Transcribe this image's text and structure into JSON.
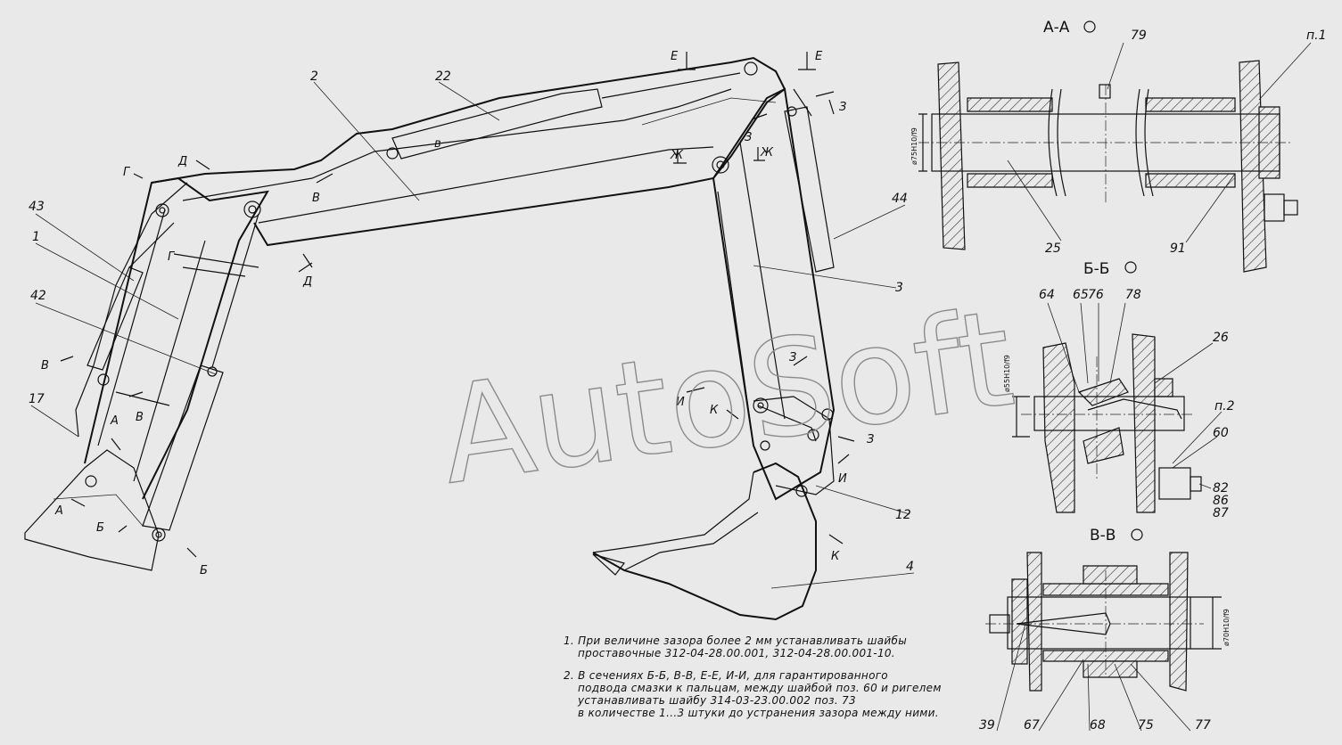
{
  "watermark": "AutoSoft",
  "section_titles": {
    "aa": "А-А",
    "bb": "Б-Б",
    "vv": "В-В"
  },
  "dimensions": {
    "aa": "ø75H10/f9",
    "bb": "ø55H10/f9",
    "vv": "ø70H10/f9"
  },
  "callouts": {
    "c2": "2",
    "c22": "22",
    "c43": "43",
    "c1": "1",
    "c42": "42",
    "c17": "17",
    "c44": "44",
    "c3": "3",
    "c12": "12",
    "c4": "4",
    "c79": "79",
    "cp1": "п.1",
    "c25": "25",
    "c91": "91",
    "c64": "64",
    "c65": "65",
    "c76": "76",
    "c78": "78",
    "c26": "26",
    "cp2": "п.2",
    "c60": "60",
    "c82": "82",
    "c86": "86",
    "c87": "87",
    "c39": "39",
    "c67": "67",
    "c68": "68",
    "c75": "75",
    "c77": "77"
  },
  "cut_letters": {
    "e1": "Е",
    "e2": "Е",
    "z1": "З",
    "z2": "З",
    "z3": "З",
    "z4": "З",
    "zh1": "Ж",
    "zh2": "Ж",
    "g1": "Г",
    "g2": "Г",
    "d1": "Д",
    "d2": "Д",
    "v1": "В",
    "v2": "в",
    "v3": "В",
    "v4": "В",
    "a1": "А",
    "a2": "А",
    "b1": "Б",
    "b2": "Б",
    "i1": "И",
    "i2": "И",
    "k1": "К",
    "k2": "К"
  },
  "notes": [
    "1. При величине зазора более 2 мм устанавливать шайбы",
    "проставочные 312-04-28.00.001, 312-04-28.00.001-10.",
    "2. В сечениях Б-Б, В-В, Е-Е, И-И, для гарантированного",
    "подвода смазки к пальцам, между шайбой поз. 60 и ригелем",
    "устанавливать шайбу 314-03-23.00.002 поз. 73",
    "в количестве 1...3 штуки до устранения зазора между ними."
  ]
}
